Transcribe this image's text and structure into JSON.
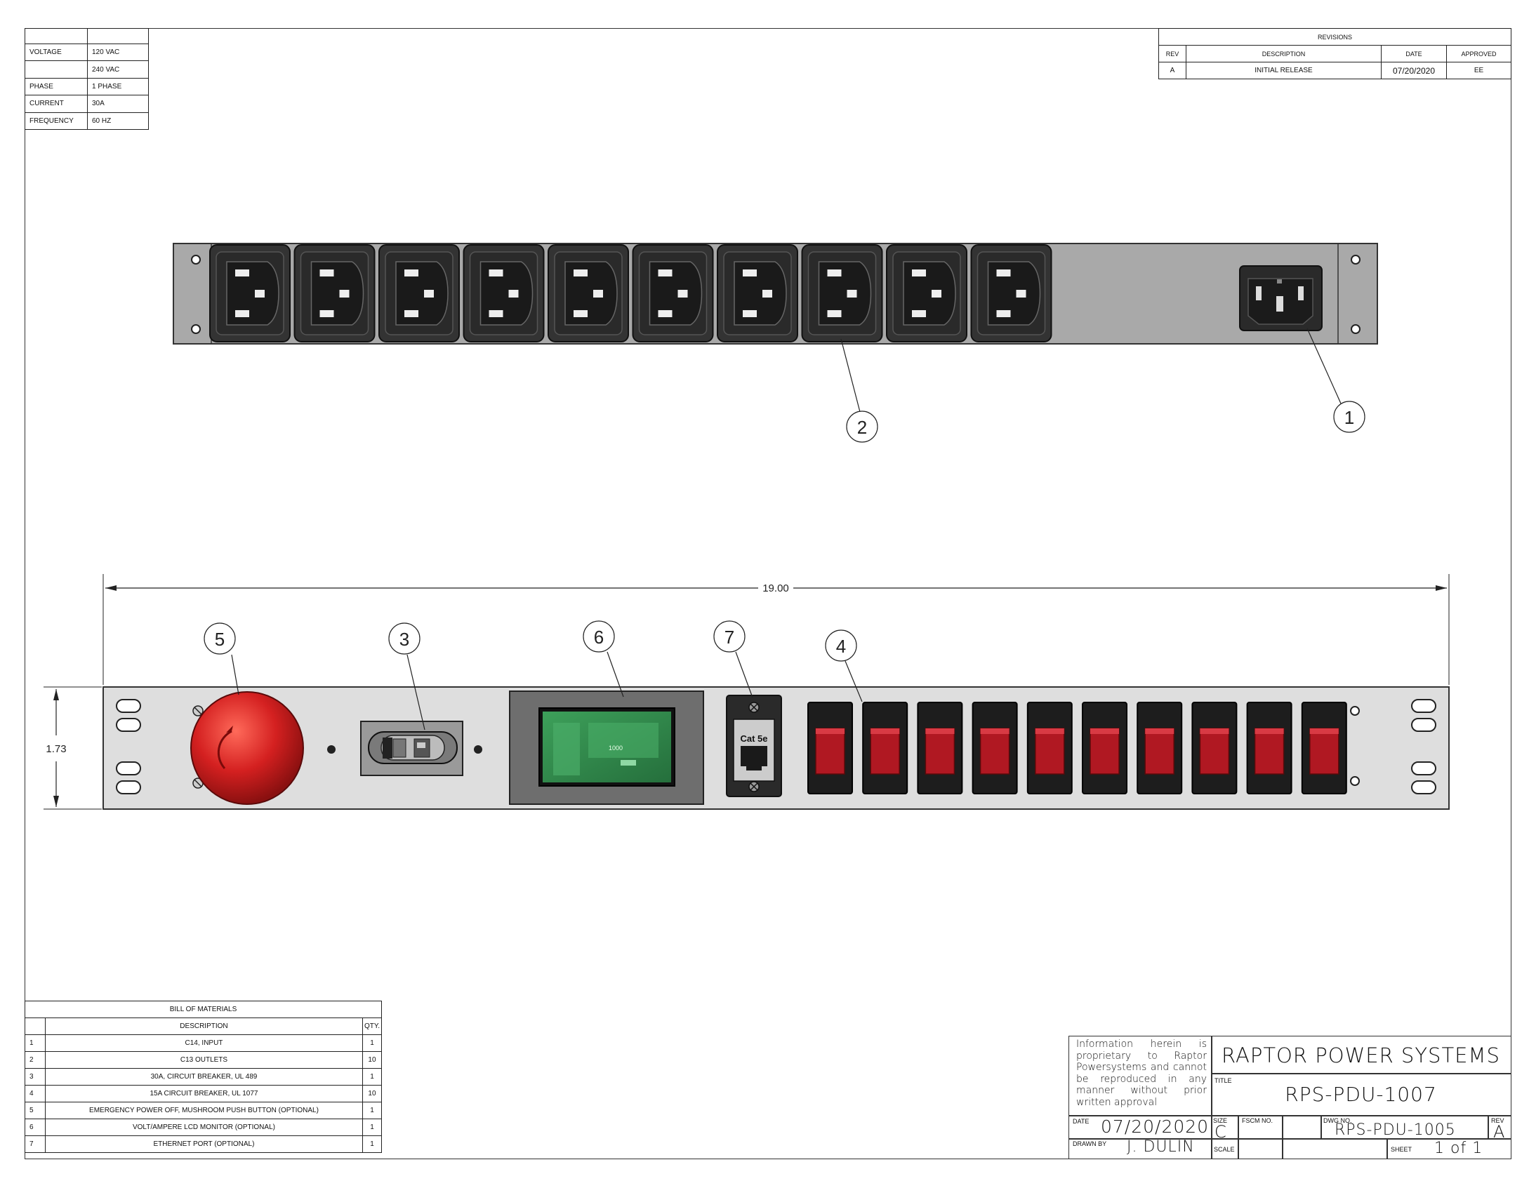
{
  "specs": [
    {
      "label": "VOLTAGE",
      "value": "120 VAC"
    },
    {
      "label": "",
      "value": "240 VAC"
    },
    {
      "label": "PHASE",
      "value": "1 PHASE"
    },
    {
      "label": "CURRENT",
      "value": "30A"
    },
    {
      "label": "FREQUENCY",
      "value": "60 Hz"
    }
  ],
  "revisions": {
    "title": "REVISIONS",
    "headers": {
      "rev": "REV",
      "description": "DESCRIPTION",
      "date": "DATE",
      "approved": "APPROVED"
    },
    "rows": [
      {
        "rev": "A",
        "description": "INITIAL RELEASE",
        "date": "07/20/2020",
        "approved": "EE"
      }
    ]
  },
  "callouts": {
    "c1": "1",
    "c2": "2",
    "c3": "3",
    "c4": "4",
    "c5": "5",
    "c6": "6",
    "c7": "7"
  },
  "dimensions": {
    "width": "19.00",
    "height": "1.73"
  },
  "ethernet_label": "Cat 5e",
  "lcd_reading": "1000",
  "bom": {
    "title": "BILL OF MATERIALS",
    "headers": {
      "description": "DESCRIPTION",
      "qty": "QTY."
    },
    "items": [
      {
        "no": "1",
        "description": "C14, INPUT",
        "qty": "1"
      },
      {
        "no": "2",
        "description": "C13 OUTLETS",
        "qty": "10"
      },
      {
        "no": "3",
        "description": "30A, CIRCUIT BREAKER, UL 489",
        "qty": "1"
      },
      {
        "no": "4",
        "description": "15A CIRCUIT BREAKER, UL 1077",
        "qty": "10"
      },
      {
        "no": "5",
        "description": "EMERGENCY POWER OFF, MUSHROOM PUSH BUTTON (OPTIONAL)",
        "qty": "1"
      },
      {
        "no": "6",
        "description": "VOLT/AMPERE LCD MONITOR (OPTIONAL)",
        "qty": "1"
      },
      {
        "no": "7",
        "description": "ETHERNET PORT (OPTIONAL)",
        "qty": "1"
      }
    ]
  },
  "title_block": {
    "notice": "Information herein is proprietary to Raptor Powersystems and cannot be reproduced in any manner without prior written approval",
    "company": "RAPTOR POWER SYSTEMS",
    "title_label": "TITLE",
    "title": "RPS-PDU-1007",
    "date_label": "DATE",
    "date": "07/20/2020",
    "size_label": "SIZE",
    "size": "C",
    "fscm_label": "FSCM NO.",
    "dwg_label": "DWG NO.",
    "dwg_no": "RPS-PDU-1005",
    "rev_label": "REV",
    "rev": "A",
    "drawn_label": "DRAWN BY",
    "drawn_by": "J. DULIN",
    "scale_label": "SCALE",
    "sheet_label": "SHEET",
    "sheet": "1 of 1"
  },
  "colors": {
    "panel": "#aaaaaa",
    "front_panel": "#dcdcdc",
    "outlet": "#2a2a2a",
    "breaker_red": "#c8202a",
    "lcd_green": "#2f8a4a",
    "epo_red": "#d42020"
  }
}
